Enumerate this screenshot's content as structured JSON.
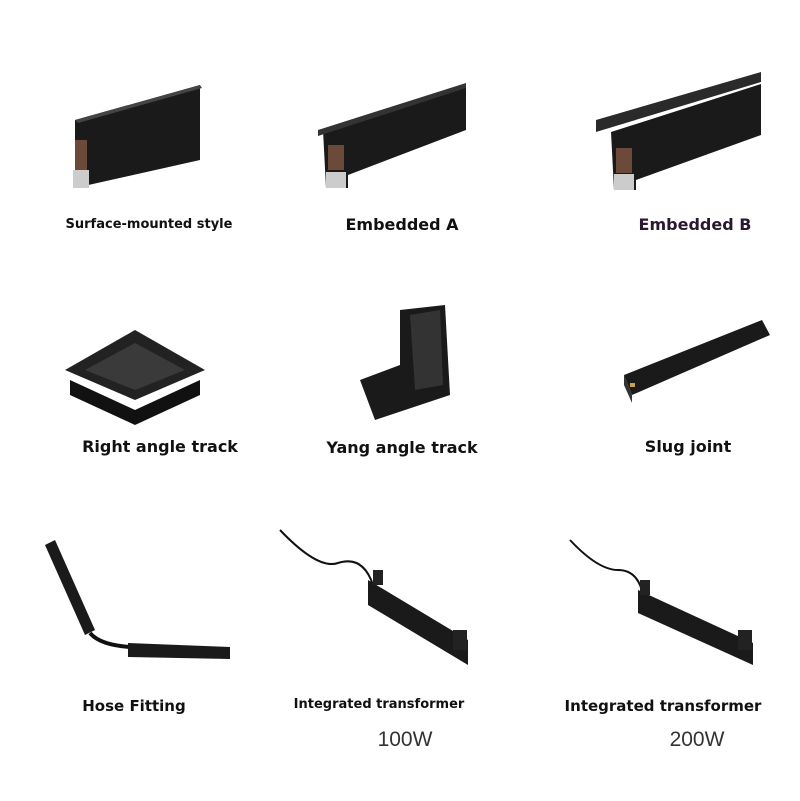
{
  "products": [
    {
      "label": "Surface-mounted style",
      "icon": "surface-track-icon"
    },
    {
      "label": "Embedded A",
      "icon": "embedded-track-a-icon"
    },
    {
      "label": "Embedded B",
      "icon": "embedded-track-b-icon",
      "color": "#2a1830"
    },
    {
      "label": "Right angle track",
      "icon": "right-angle-track-icon"
    },
    {
      "label": "Yang angle track",
      "icon": "yang-angle-track-icon"
    },
    {
      "label": "Slug joint",
      "icon": "slug-joint-icon"
    },
    {
      "label": "Hose Fitting",
      "icon": "hose-fitting-icon"
    },
    {
      "label": "Integrated transformer",
      "icon": "transformer-icon",
      "wattage": "100W"
    },
    {
      "label": "Integrated transformer",
      "icon": "transformer-icon",
      "wattage": "200W"
    }
  ]
}
